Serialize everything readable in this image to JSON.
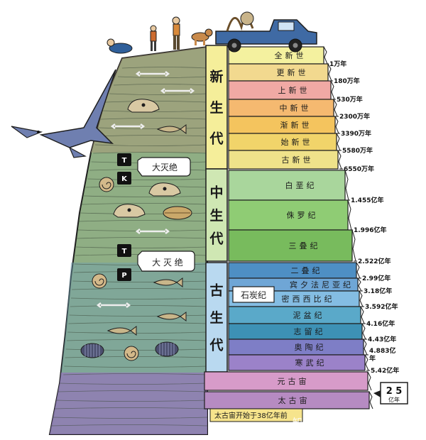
{
  "eras": [
    {
      "id": "cenozoic",
      "label": "新生代",
      "color": "#f5ee9a"
    },
    {
      "id": "mesozoic",
      "label": "中生代",
      "color": "#cfe7b3"
    },
    {
      "id": "paleozoic",
      "label": "古生代",
      "color": "#b9d9f0"
    }
  ],
  "periods": [
    {
      "label": "全新世",
      "color": "#f4f19f",
      "age": "1万年"
    },
    {
      "label": "更新世",
      "color": "#f2d98f",
      "age": "180万年"
    },
    {
      "label": "上新世",
      "color": "#f0a9a4",
      "age": "530万年"
    },
    {
      "label": "中新世",
      "color": "#f5b970",
      "age": "2300万年"
    },
    {
      "label": "渐新世",
      "color": "#f4c45e",
      "age": "3390万年"
    },
    {
      "label": "始新世",
      "color": "#f1d46a",
      "age": "5580万年"
    },
    {
      "label": "古新世",
      "color": "#efe28a",
      "age": "6550万年"
    },
    {
      "label": "白垩纪",
      "color": "#a9d69c",
      "age": "1.455亿年"
    },
    {
      "label": "侏罗纪",
      "color": "#8fcc74",
      "age": "1.996亿年"
    },
    {
      "label": "三叠纪",
      "color": "#78bb5d",
      "age": "2.522亿年"
    },
    {
      "label": "二叠纪",
      "color": "#4e8fc4",
      "age": "2.99亿年"
    },
    {
      "label": "宾夕法尼亚纪",
      "color": "#6fa6d6",
      "age": "3.18亿年"
    },
    {
      "label": "密西西比纪",
      "color": "#84bde3",
      "age": "3.592亿年"
    },
    {
      "label": "泥盆纪",
      "color": "#5aa9c9",
      "age": "4.16亿年"
    },
    {
      "label": "志留纪",
      "color": "#3d91b5",
      "age": "4.43亿年"
    },
    {
      "label": "奥陶纪",
      "color": "#7e7ec6",
      "age": "4.883亿年"
    },
    {
      "label": "寒武纪",
      "color": "#9b82c9",
      "age": "5.42亿年"
    },
    {
      "label": "元古宙",
      "color": "#d79bc9",
      "age": ""
    },
    {
      "label": "太古宙",
      "color": "#b68bc2",
      "age": ""
    }
  ],
  "carboniferous_label": "石炭纪",
  "extinctions": [
    {
      "label": "大灭绝",
      "badges": [
        "T",
        "K"
      ]
    },
    {
      "label": "大 灭 绝",
      "badges": [
        "T",
        "P"
      ]
    }
  ],
  "precambrian_box": {
    "value": "2 5",
    "unit": "亿年"
  },
  "footnote": "太古宙开始于38亿年前",
  "watermark": "知乎 @chromatogram",
  "colors": {
    "cliff": "#8fae84",
    "cliff_dark": "#3c4a3a",
    "cliff_purple": "#8e7bb7",
    "truck": "#3f6aa4",
    "pterosaur": "#6f7fb0",
    "outline": "#1e1e1e"
  },
  "icons": [
    "pterosaur-icon",
    "truck-icon",
    "paleontologist-icon",
    "dog-icon",
    "fossil-icon",
    "trilobite-icon",
    "ammonite-icon"
  ]
}
